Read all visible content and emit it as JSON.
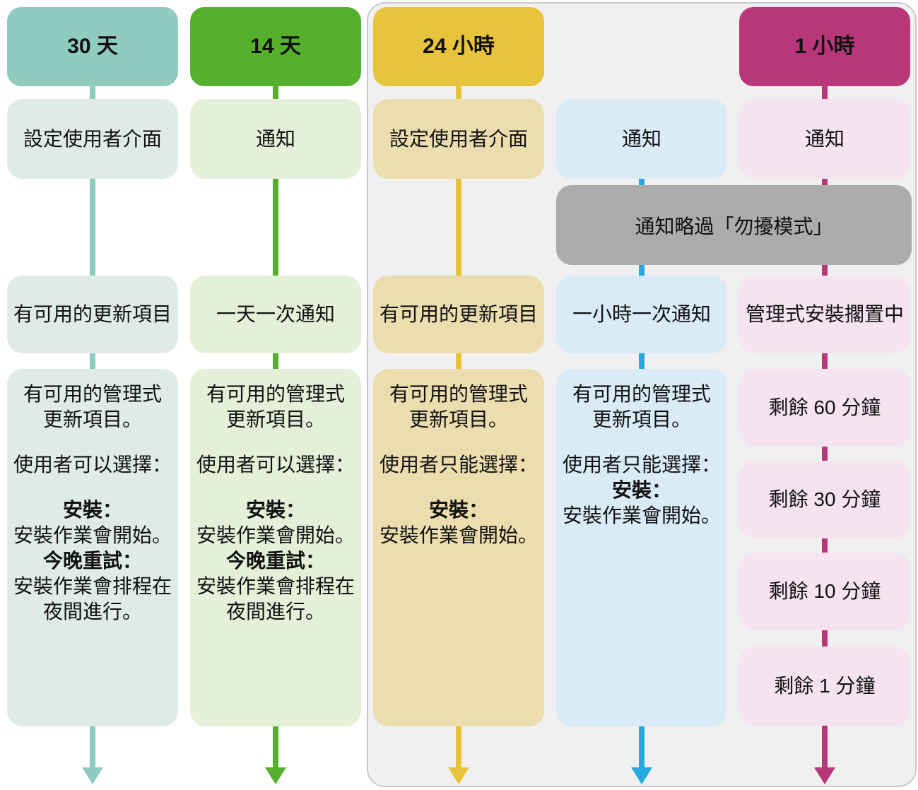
{
  "colors": {
    "text": "#111111",
    "panel_bg": "#f0f0f0",
    "panel_border": "#c9c9c9",
    "bypass_bg": "#acacac"
  },
  "bypass_notice": {
    "label": "通知略過「勿擾模式」"
  },
  "columns": [
    {
      "header": "30 天",
      "accent": "#8fcbbe",
      "light": "#dfebe5",
      "box1": "設定使用者介面",
      "box2": "有可用的更新項目",
      "detail": [
        "有可用的管理式",
        "更新項目。",
        "",
        "使用者可以選擇：",
        "",
        "安裝：",
        "安裝作業會開始。",
        "今晚重試：",
        "安裝作業會排程在",
        "夜間進行。"
      ]
    },
    {
      "header": "14 天",
      "accent": "#54b02d",
      "light": "#e5f0d8",
      "box1": "通知",
      "box2": "一天一次通知",
      "detail": [
        "有可用的管理式",
        "更新項目。",
        "",
        "使用者可以選擇：",
        "",
        "安裝：",
        "安裝作業會開始。",
        "今晚重試：",
        "安裝作業會排程在",
        "夜間進行。"
      ]
    },
    {
      "header": "24 小時",
      "accent": "#e8c33c",
      "light": "#ecddae",
      "box1": "設定使用者介面",
      "box2": "有可用的更新項目",
      "detail": [
        "有可用的管理式",
        "更新項目。",
        "",
        "使用者只能選擇：",
        "",
        "安裝：",
        "安裝作業會開始。"
      ]
    },
    {
      "accent": "#25a9e2",
      "light": "#d8ebf7",
      "box1": "通知",
      "box2": "一小時一次通知",
      "detail": [
        "有可用的管理式",
        "更新項目。",
        "",
        "使用者只能選擇：",
        "安裝：",
        "安裝作業會開始。"
      ]
    },
    {
      "header": "1 小時",
      "accent": "#b73779",
      "light": "#f5e4ef",
      "box1": "通知",
      "box2": "管理式安裝擱置中",
      "countdown": [
        "剩餘 60 分鐘",
        "剩餘 30 分鐘",
        "剩餘 10 分鐘",
        "剩餘 1 分鐘"
      ]
    }
  ]
}
